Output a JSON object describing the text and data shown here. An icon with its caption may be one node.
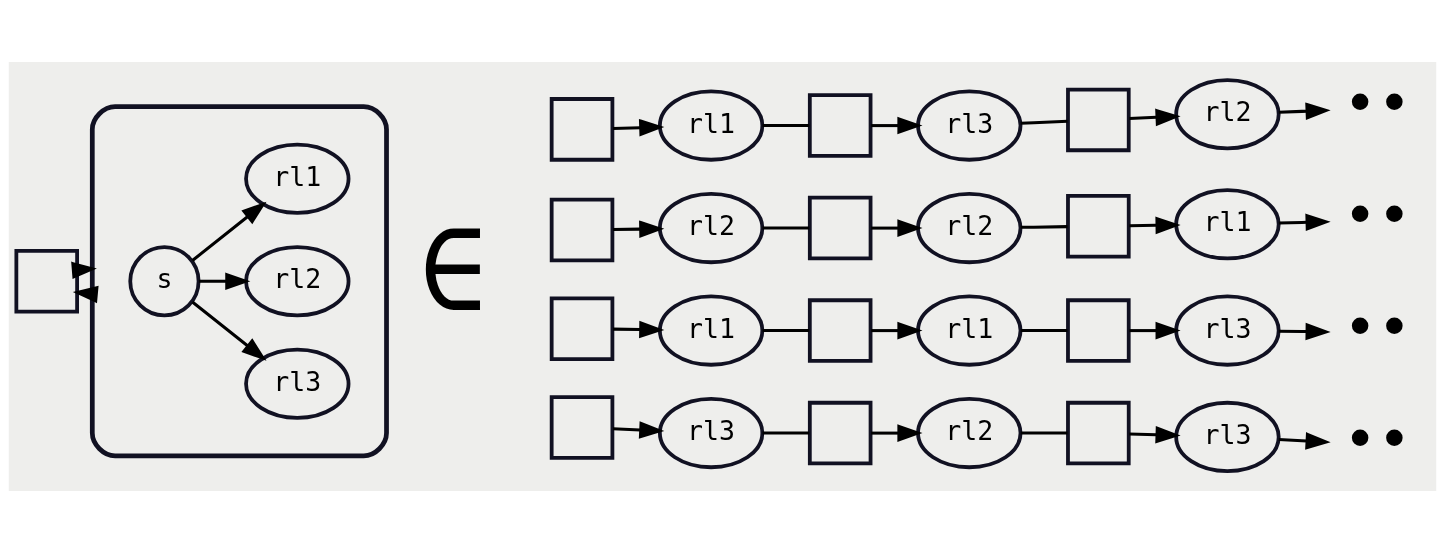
{
  "diagram": {
    "nodes": [
      {
        "text": [],
        "shape": "box"
      },
      {
        "text": [],
        "shape": "cloud"
      },
      {
        "text": [
          "s"
        ],
        "in": 1
      },
      {
        "text": [
          "rl1"
        ],
        "in": 1
      },
      {
        "text": [
          "rl2"
        ],
        "in": 1
      },
      {
        "text": [
          "rl3"
        ],
        "in": 1
      },
      {
        "text": [],
        "shape": "box"
      },
      {
        "text": [
          "rl1"
        ]
      },
      {
        "text": [],
        "shape": "box"
      },
      {
        "text": [
          "rl3"
        ]
      },
      {
        "text": [],
        "shape": "box"
      },
      {
        "text": [
          "rl2"
        ]
      },
      {
        "text": [
          "••"
        ]
      },
      {
        "text": [],
        "shape": "box"
      },
      {
        "text": [
          "rl2"
        ]
      },
      {
        "text": [],
        "shape": "box"
      },
      {
        "text": [
          "rl2"
        ]
      },
      {
        "text": [],
        "shape": "box"
      },
      {
        "text": [
          "rl1"
        ]
      },
      {
        "text": [
          "••"
        ]
      },
      {
        "text": [],
        "shape": "box"
      },
      {
        "text": [
          "rl1"
        ]
      },
      {
        "text": [],
        "shape": "box"
      },
      {
        "text": [
          "rl1"
        ]
      },
      {
        "text": [],
        "shape": "box"
      },
      {
        "text": [
          "rl3"
        ]
      },
      {
        "text": [
          "••"
        ]
      },
      {
        "text": [],
        "shape": "box"
      },
      {
        "text": [
          "rl3"
        ]
      },
      {
        "text": [],
        "shape": "box"
      },
      {
        "text": [
          "rl2"
        ]
      },
      {
        "text": [],
        "shape": "box"
      },
      {
        "text": [
          "rl3"
        ]
      },
      {
        "text": [
          "••"
        ]
      }
    ],
    "edges": [
      {
        "from": 0,
        "to": 1,
        "arrow": "to"
      },
      {
        "from": 1,
        "to": 0,
        "arrow": "to"
      },
      {
        "from": 2,
        "to": 3,
        "arrow": "to"
      },
      {
        "from": 2,
        "to": 4,
        "arrow": "to"
      },
      {
        "from": 2,
        "to": 5,
        "arrow": "to"
      },
      {
        "from": 6,
        "to": 7,
        "arrow": "to"
      },
      {
        "from": 7,
        "to": 8,
        "arrow": "none"
      },
      {
        "from": 8,
        "to": 9,
        "arrow": "to"
      },
      {
        "from": 9,
        "to": 10,
        "arrow": "none"
      },
      {
        "from": 10,
        "to": 11,
        "arrow": "to"
      },
      {
        "from": 11,
        "to": 12,
        "arrow": "to"
      },
      {
        "from": 13,
        "to": 14,
        "arrow": "to"
      },
      {
        "from": 14,
        "to": 15,
        "arrow": "none"
      },
      {
        "from": 15,
        "to": 16,
        "arrow": "to"
      },
      {
        "from": 16,
        "to": 17,
        "arrow": "none"
      },
      {
        "from": 17,
        "to": 18,
        "arrow": "to"
      },
      {
        "from": 18,
        "to": 19,
        "arrow": "to"
      },
      {
        "from": 20,
        "to": 21,
        "arrow": "to"
      },
      {
        "from": 21,
        "to": 22,
        "arrow": "none"
      },
      {
        "from": 22,
        "to": 23,
        "arrow": "to"
      },
      {
        "from": 23,
        "to": 24,
        "arrow": "none"
      },
      {
        "from": 24,
        "to": 25,
        "arrow": "to"
      },
      {
        "from": 25,
        "to": 26,
        "arrow": "to"
      },
      {
        "from": 27,
        "to": 28,
        "arrow": "to"
      },
      {
        "from": 28,
        "to": 29,
        "arrow": "none"
      },
      {
        "from": 29,
        "to": 30,
        "arrow": "to"
      },
      {
        "from": 30,
        "to": 31,
        "arrow": "none"
      },
      {
        "from": 31,
        "to": 32,
        "arrow": "to"
      },
      {
        "from": 32,
        "to": 33,
        "arrow": "to"
      }
    ],
    "labels": [
      "∈"
    ]
  }
}
